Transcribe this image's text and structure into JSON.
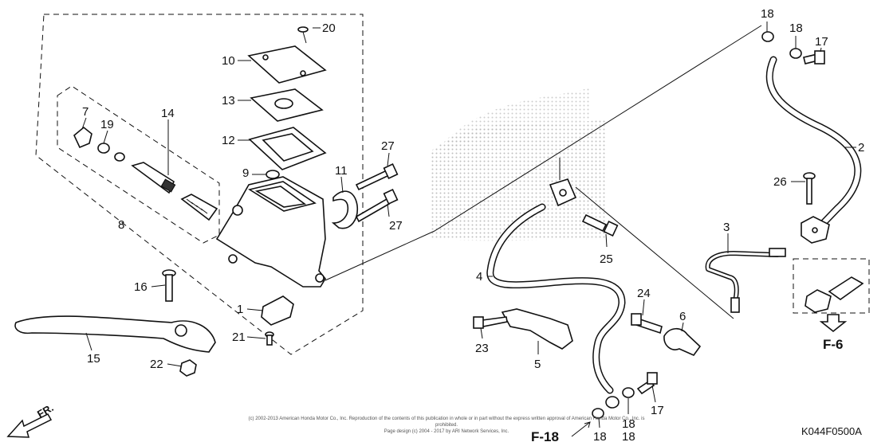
{
  "diagram": {
    "callouts": [
      "1",
      "2",
      "3",
      "4",
      "5",
      "6",
      "7",
      "8",
      "9",
      "10",
      "11",
      "12",
      "13",
      "14",
      "15",
      "16",
      "17",
      "17",
      "18",
      "18",
      "18",
      "18",
      "18",
      "19",
      "20",
      "21",
      "22",
      "23",
      "24",
      "25",
      "26",
      "27",
      "27"
    ],
    "references": [
      "F-18",
      "F-6"
    ],
    "direction_label": "FR.",
    "diagram_code": "K044F0500A",
    "copyright_line1": "(c) 2002-2013 American Honda Motor Co., Inc. Reproduction of the contents of this publication in whole or in part without the express written approval of American Honda Motor Co., Inc. is prohibited.",
    "copyright_line2": "Page design (c) 2004 - 2017 by ARI Network Services, Inc."
  }
}
